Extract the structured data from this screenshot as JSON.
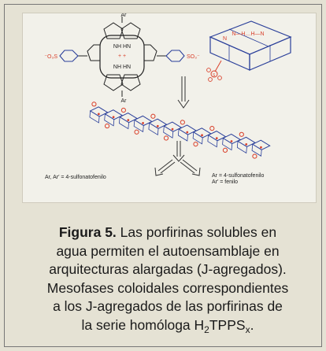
{
  "molecule": {
    "ar_top": "Ar",
    "ar_bottom": "Ar",
    "nh_top": "NH HN",
    "nh_bottom": "NH HN",
    "charges": "+ +",
    "so3_left": "⁻O₃S",
    "so3_right": "SO₃⁻",
    "dimer_label": "N—H…H—N",
    "dimer_n": "N",
    "dimer_s": "S"
  },
  "left_label": "Ar, Ar′ = 4-sulfonatofenilo",
  "right_label_line1": "Ar = 4-sulfonatofenilo",
  "right_label_line2": "Ar′ = fenilo",
  "caption": {
    "fig_label": "Figura 5.",
    "line1": "Las porfirinas solubles en",
    "line2": "agua permiten el autoensamblaje en",
    "line3": "arquitecturas alargadas (J-agregados).",
    "line4": "Mesofases coloidales correspondientes",
    "line5": "a los J-agregados de las porfirinas de",
    "line6_pre": "la serie homóloga H",
    "line6_sub1": "2",
    "line6_mid": "TPPS",
    "line6_sub2": "x",
    "line6_end": "."
  },
  "colors": {
    "background": "#e5e2d4",
    "figure_bg": "#f2f1ea",
    "porphyrin_blue": "#2a3f9a",
    "accent_red": "#d9402b",
    "text": "#1a1a1a"
  }
}
